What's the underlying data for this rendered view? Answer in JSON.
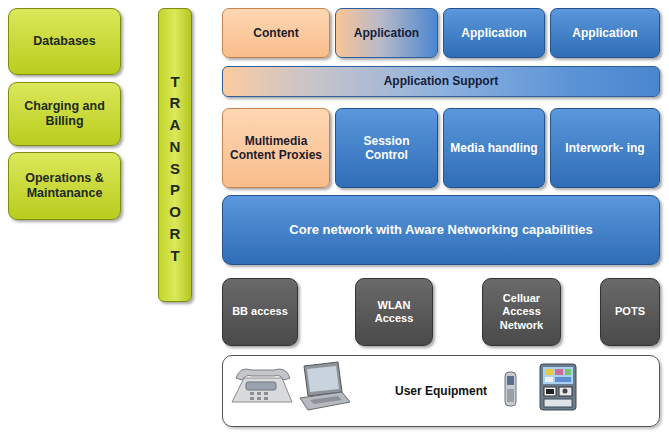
{
  "diagram": {
    "nodes": [
      {
        "text": [
          "Databases"
        ]
      },
      {
        "text": [
          "Charging and Billing"
        ]
      },
      {
        "text": [
          "Operations & Maintanance"
        ]
      },
      {
        "text": [
          "TRANSPORT"
        ]
      },
      {
        "text": [
          "Content"
        ]
      },
      {
        "text": [
          "Application"
        ]
      },
      {
        "text": [
          "Application"
        ]
      },
      {
        "text": [
          "Application"
        ]
      },
      {
        "text": [
          "Application Support"
        ]
      },
      {
        "text": [
          "Multimedia Content Proxies"
        ]
      },
      {
        "text": [
          "Session Control"
        ]
      },
      {
        "text": [
          "Media handling"
        ]
      },
      {
        "text": [
          "Interwork- ing"
        ]
      },
      {
        "text": [
          "Core network with Aware Networking capabilities"
        ]
      },
      {
        "text": [
          "BB access"
        ]
      },
      {
        "text": [
          "WLAN Access"
        ]
      },
      {
        "text": [
          "Celluar Access Network"
        ]
      },
      {
        "text": [
          "POTS"
        ]
      },
      {
        "text": [
          "User Equipment"
        ]
      }
    ]
  }
}
